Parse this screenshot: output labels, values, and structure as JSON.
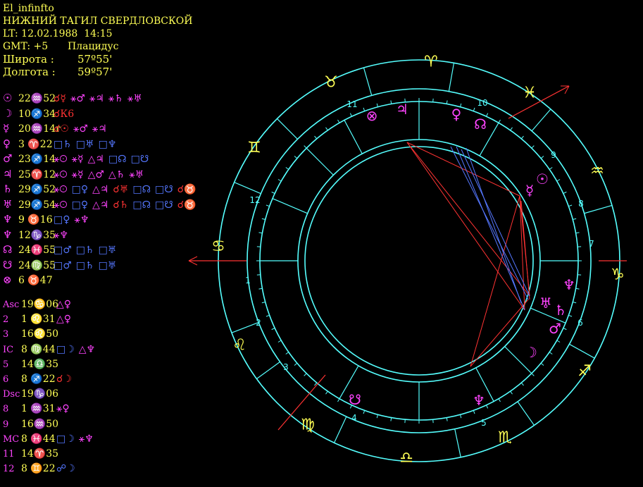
{
  "header": {
    "name": "El_infinfto",
    "place": "НИЖНИЙ ТАГИЛ СВЕРДЛОВСКОЙ",
    "datetime": "LT: 12.02.1988  14:15",
    "gmt": "GMT: +5",
    "system": "Плацидус",
    "lat_label": "Широта :",
    "lat_value": "57º55'",
    "lon_label": "Долгота :",
    "lon_value": "59º57'"
  },
  "planets": [
    {
      "sym": "☉",
      "pos": "22♒52",
      "aspects": [
        {
          "t": "☌☿",
          "c": "red"
        },
        {
          "t": "⚹♂",
          "c": "mag"
        },
        {
          "t": "⚹♃",
          "c": "mag"
        },
        {
          "t": "⚹♄",
          "c": "mag"
        },
        {
          "t": "⚹♅",
          "c": "mag"
        }
      ]
    },
    {
      "sym": "☽",
      "pos": "10♐34",
      "aspects": [
        {
          "t": "☌К6",
          "c": "red"
        }
      ]
    },
    {
      "sym": "☿",
      "pos": "20♒14r",
      "aspects": [
        {
          "t": "☌☉",
          "c": "red"
        },
        {
          "t": "⚹♂",
          "c": "mag"
        },
        {
          "t": "⚹♃",
          "c": "mag"
        }
      ]
    },
    {
      "sym": "♀",
      "pos": "3 ♈22",
      "aspects": [
        {
          "t": "□♄",
          "c": "blue"
        },
        {
          "t": "□♅",
          "c": "blue"
        },
        {
          "t": "□♆",
          "c": "blue"
        }
      ]
    },
    {
      "sym": "♂",
      "pos": "23♐14",
      "aspects": [
        {
          "t": "⚹☉",
          "c": "mag"
        },
        {
          "t": "⚹☿",
          "c": "mag"
        },
        {
          "t": "△♃",
          "c": "mag"
        },
        {
          "t": "□☊",
          "c": "blue"
        },
        {
          "t": "□☋",
          "c": "blue"
        }
      ]
    },
    {
      "sym": "♃",
      "pos": "25♈12",
      "aspects": [
        {
          "t": "⚹☉",
          "c": "mag"
        },
        {
          "t": "⚹☿",
          "c": "mag"
        },
        {
          "t": "△♂",
          "c": "mag"
        },
        {
          "t": "△♄",
          "c": "mag"
        },
        {
          "t": "⚹♅",
          "c": "mag"
        }
      ]
    },
    {
      "sym": "♄",
      "pos": "29♐52",
      "aspects": [
        {
          "t": "⚹☉",
          "c": "mag"
        },
        {
          "t": "□♀",
          "c": "blue"
        },
        {
          "t": "△♃",
          "c": "mag"
        },
        {
          "t": "☌♅",
          "c": "red"
        },
        {
          "t": "□☊",
          "c": "blue"
        },
        {
          "t": "□☋",
          "c": "blue"
        },
        {
          "t": "☌♉",
          "c": "red"
        }
      ]
    },
    {
      "sym": "♅",
      "pos": "29♐54",
      "aspects": [
        {
          "t": "⚹☉",
          "c": "mag"
        },
        {
          "t": "□♀",
          "c": "blue"
        },
        {
          "t": "△♃",
          "c": "mag"
        },
        {
          "t": "☌♄",
          "c": "red"
        },
        {
          "t": "□☊",
          "c": "blue"
        },
        {
          "t": "□☋",
          "c": "blue"
        },
        {
          "t": "☌♉",
          "c": "red"
        }
      ]
    },
    {
      "sym": "♆",
      "pos": "9 ♉16",
      "aspects": [
        {
          "t": "□♀",
          "c": "blue"
        },
        {
          "t": "⚹♆",
          "c": "mag"
        }
      ]
    },
    {
      "sym": "♆",
      "pos": "12♑35",
      "aspects": [
        {
          "t": "⚹♆",
          "c": "mag"
        }
      ]
    },
    {
      "sym": "☊",
      "pos": "24♓55",
      "aspects": [
        {
          "t": "□♂",
          "c": "blue"
        },
        {
          "t": "□♄",
          "c": "blue"
        },
        {
          "t": "□♅",
          "c": "blue"
        }
      ]
    },
    {
      "sym": "☋",
      "pos": "24♍55",
      "aspects": [
        {
          "t": "□♂",
          "c": "blue"
        },
        {
          "t": "□♄",
          "c": "blue"
        },
        {
          "t": "□♅",
          "c": "blue"
        }
      ]
    },
    {
      "sym": "⊗",
      "pos": "6 ♉47",
      "aspects": []
    }
  ],
  "houses": [
    {
      "label": "Asc",
      "pos": "19♋06",
      "aspects": [
        {
          "t": "△♀",
          "c": "mag"
        }
      ]
    },
    {
      "label": "2",
      "pos": "1 ♌31",
      "aspects": [
        {
          "t": "△♀",
          "c": "mag"
        }
      ]
    },
    {
      "label": "3",
      "pos": "16♌50",
      "aspects": []
    },
    {
      "label": "IC",
      "pos": "8 ♍44",
      "aspects": [
        {
          "t": "□☽",
          "c": "blue"
        },
        {
          "t": "△♆",
          "c": "mag"
        }
      ]
    },
    {
      "label": "5",
      "pos": "14♎35",
      "aspects": []
    },
    {
      "label": "6",
      "pos": "8 ♐22",
      "aspects": [
        {
          "t": "☌☽",
          "c": "red"
        }
      ]
    },
    {
      "label": "Dsc",
      "pos": "19♑06",
      "aspects": []
    },
    {
      "label": "8",
      "pos": "1 ♒31",
      "aspects": [
        {
          "t": "⚹♀",
          "c": "mag"
        }
      ]
    },
    {
      "label": "9",
      "pos": "16♒50",
      "aspects": []
    },
    {
      "label": "MC",
      "pos": "8 ♓44",
      "aspects": [
        {
          "t": "□☽",
          "c": "blue"
        },
        {
          "t": "⚹♆",
          "c": "mag"
        }
      ]
    },
    {
      "label": "11",
      "pos": "14♈35",
      "aspects": []
    },
    {
      "label": "12",
      "pos": "8 ♊22",
      "aspects": [
        {
          "t": "☍☽",
          "c": "blue"
        }
      ]
    }
  ],
  "chart_signs": [
    "♈",
    "♉",
    "♊",
    "♋",
    "♌",
    "♍",
    "♎",
    "♏",
    "♐",
    "♑",
    "♒",
    "♓"
  ],
  "chart_planets": [
    "⊗",
    "♃",
    "♀",
    "☊",
    "☉",
    "☿",
    "♆",
    "♅",
    "♄",
    "♂",
    "☽",
    "♆",
    "☋"
  ],
  "house_numbers": [
    "1",
    "2",
    "3",
    "4",
    "5",
    "6",
    "7",
    "8",
    "9",
    "10",
    "11",
    "12"
  ],
  "colors": {
    "accent": "#ffff55",
    "planet": "#ff44ff",
    "ring": "#55ffff",
    "axis": "#ff3333",
    "blue": "#5577ff"
  }
}
